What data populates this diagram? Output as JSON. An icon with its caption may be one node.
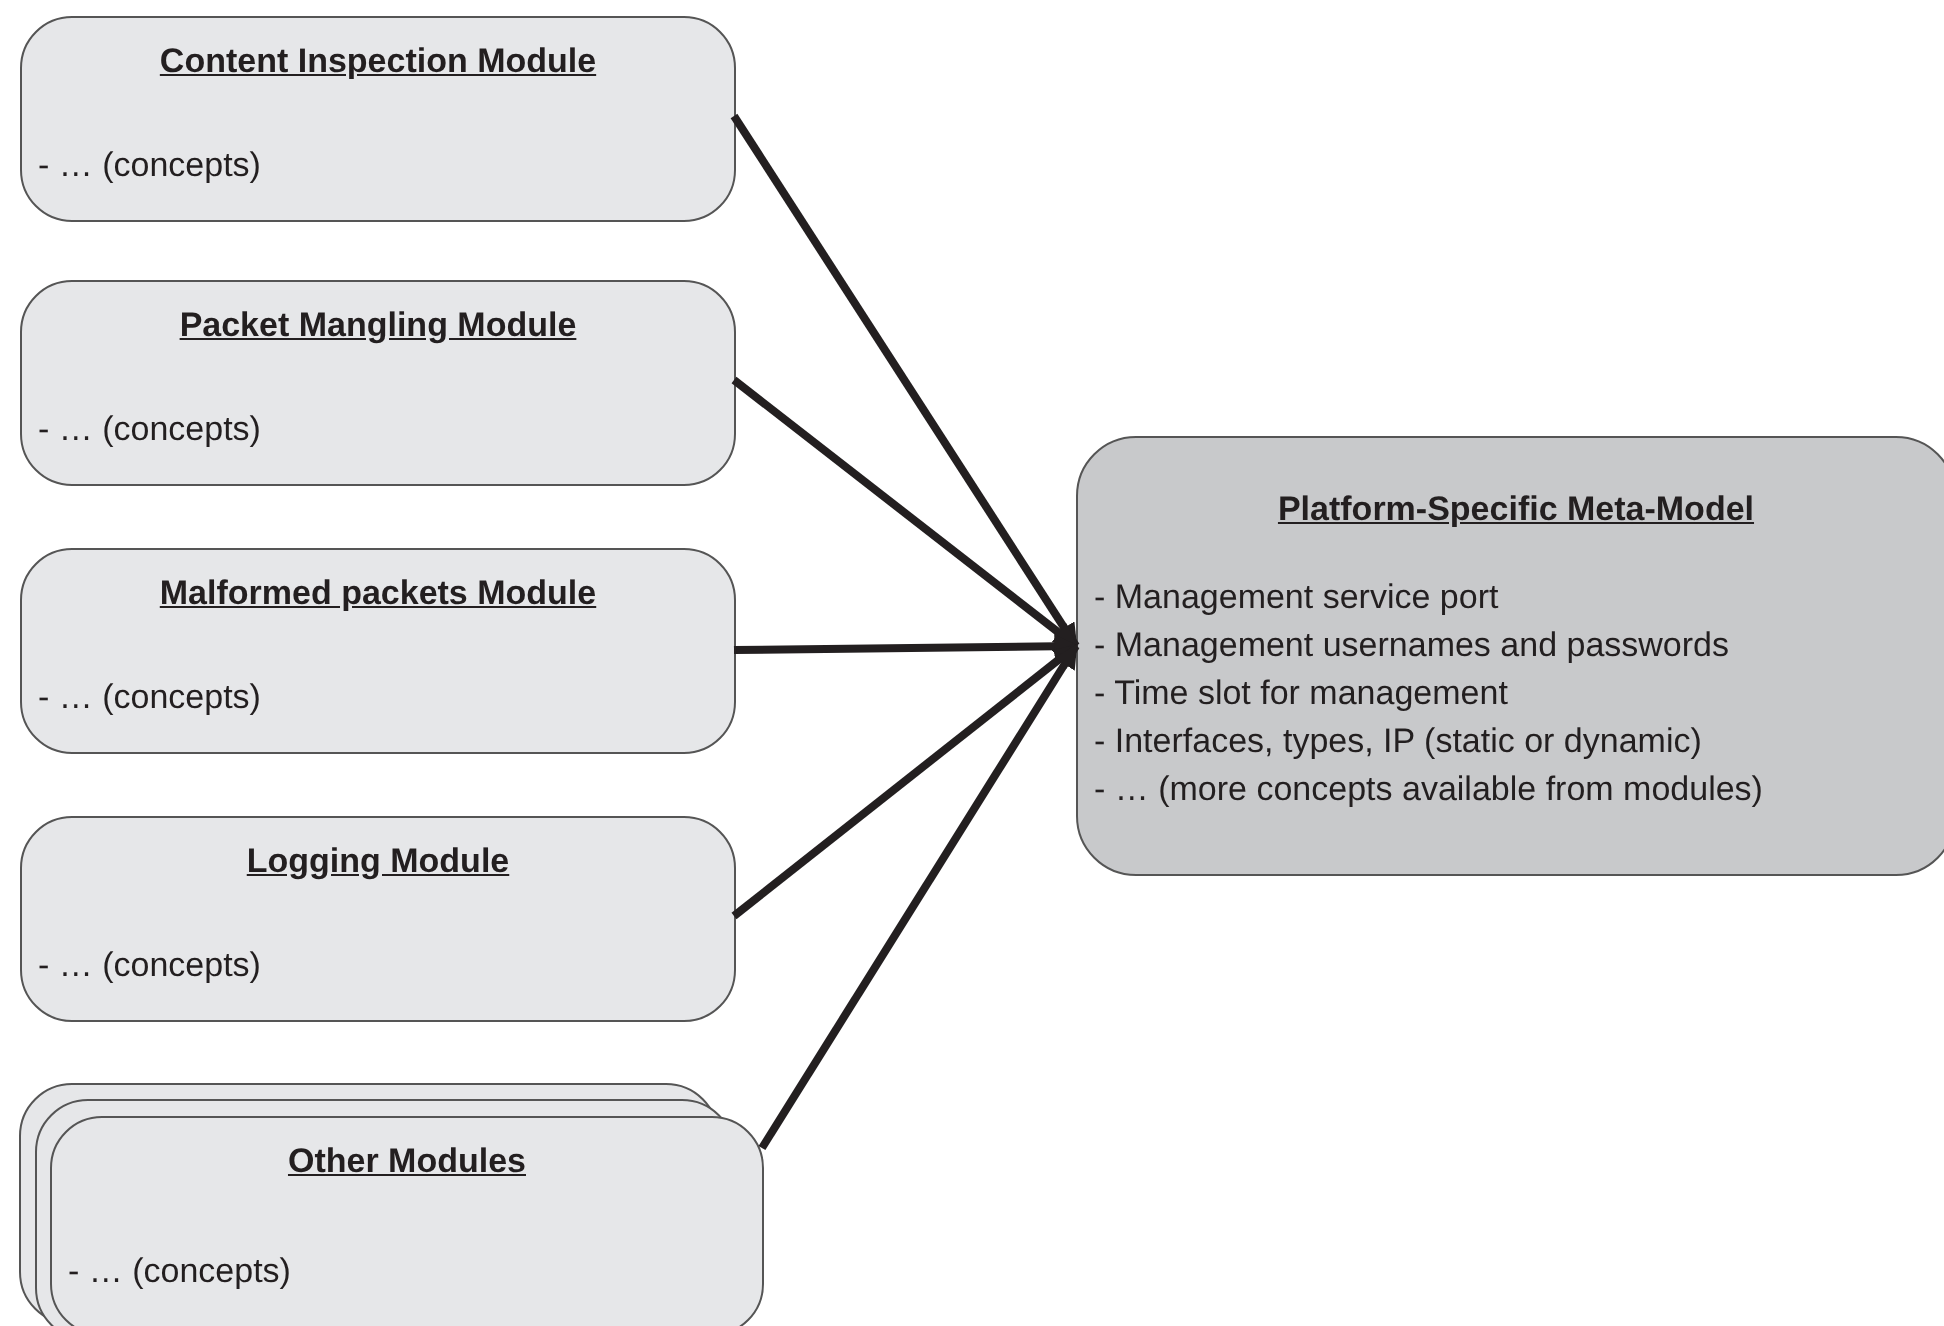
{
  "diagram": {
    "nodes": [
      {
        "text": [
          "Content Inspection Module",
          "- … (concepts)"
        ]
      },
      {
        "text": [
          "Packet Mangling Module",
          "- … (concepts)"
        ]
      },
      {
        "text": [
          "Malformed packets Module",
          "- … (concepts)"
        ]
      },
      {
        "text": [
          "Logging Module",
          "- … (concepts)"
        ]
      },
      {
        "text": [
          "Other Modules",
          "- … (concepts)"
        ]
      },
      {
        "text": [
          "Platform-Specific Meta-Model",
          "- Management service port",
          "- Management usernames and passwords",
          "- Time slot for management",
          "- Interfaces, types, IP (static or dynamic)",
          "- … (more concepts available from modules)"
        ]
      }
    ],
    "edges": [
      {
        "from": 0,
        "to": 5,
        "arrow": "to"
      },
      {
        "from": 1,
        "to": 5,
        "arrow": "to"
      },
      {
        "from": 2,
        "to": 5,
        "arrow": "to"
      },
      {
        "from": 3,
        "to": 5,
        "arrow": "to"
      },
      {
        "from": 4,
        "to": 5,
        "arrow": "to"
      }
    ]
  }
}
